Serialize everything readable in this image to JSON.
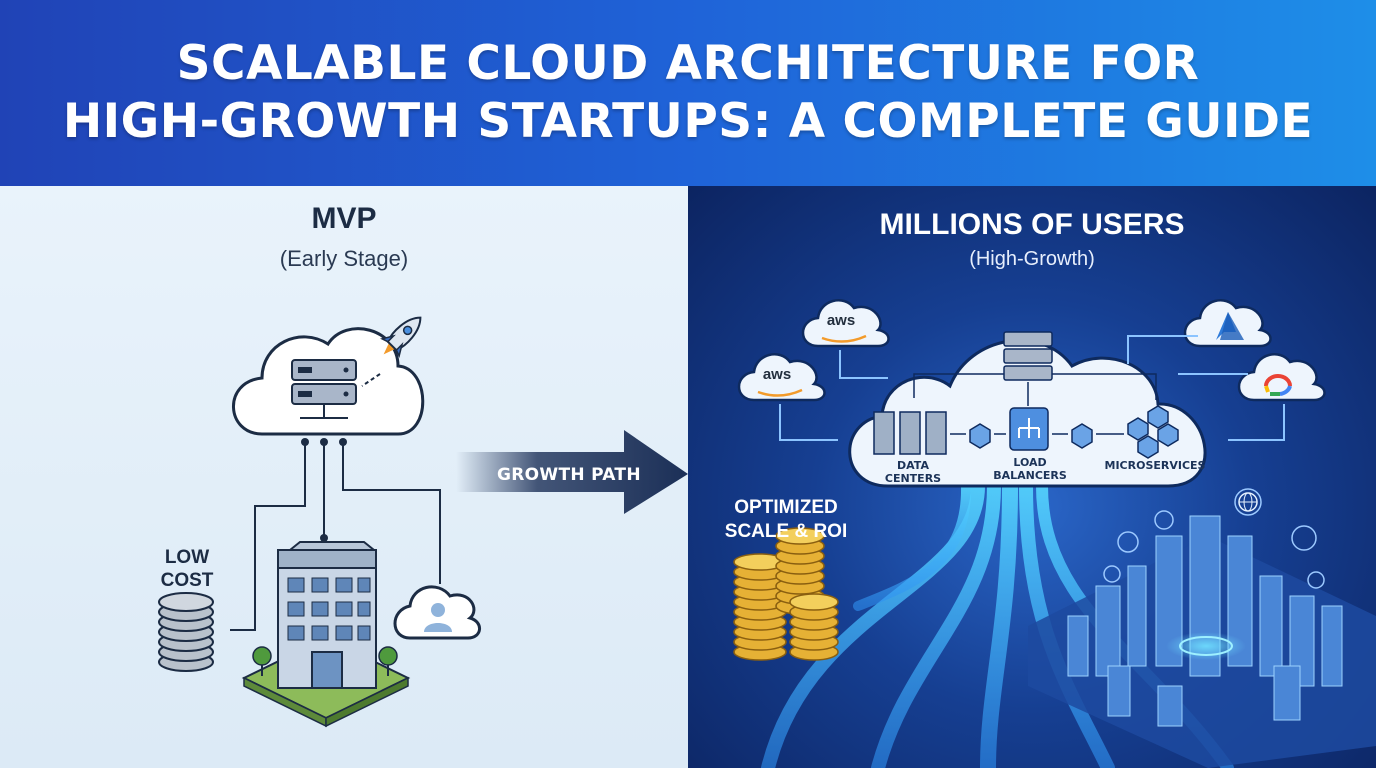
{
  "header": {
    "title_line1": "SCALABLE CLOUD ARCHITECTURE FOR",
    "title_line2": "HIGH-GROWTH STARTUPS: A COMPLETE GUIDE"
  },
  "left_panel": {
    "title": "MVP",
    "subtitle": "(Early Stage)",
    "cost_label_line1": "LOW",
    "cost_label_line2": "COST"
  },
  "arrow": {
    "label": "GROWTH PATH"
  },
  "right_panel": {
    "title": "MILLIONS OF USERS",
    "subtitle": "(High-Growth)",
    "providers": [
      "aws",
      "aws"
    ],
    "components": {
      "data_centers": "DATA CENTERS",
      "load_balancers_line1": "LOAD",
      "load_balancers_line2": "BALANCERS",
      "microservices": "MICROSERVICES"
    },
    "roi_label_line1": "OPTIMIZED",
    "roi_label_line2": "SCALE & ROI"
  },
  "colors": {
    "header_start": "#2043b6",
    "header_end": "#1e8ee8",
    "left_bg": "#e9f3fb",
    "right_bg": "#163f92",
    "arrow": "#1b2f57",
    "coin_gold": "#e6b135",
    "stream_cyan": "#56d6ff"
  },
  "icons": [
    "rocket-icon",
    "server-icon",
    "building-icon",
    "user-icon",
    "coin-stack-icon",
    "aws-logo",
    "azure-logo",
    "google-cloud-logo",
    "load-balancer-icon",
    "microservices-icon",
    "globe-icon",
    "city-icon"
  ]
}
